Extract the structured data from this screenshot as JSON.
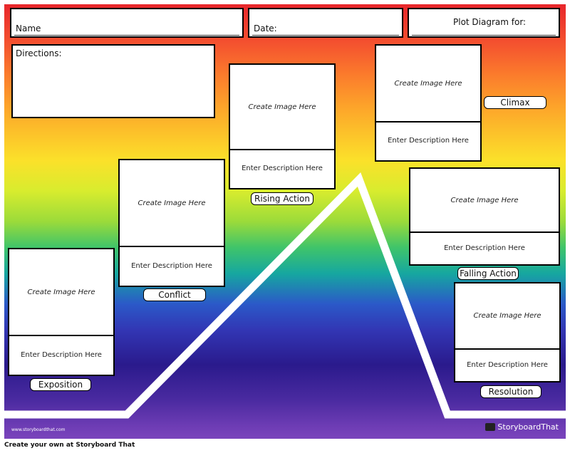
{
  "header": {
    "name_label": "Name",
    "date_label": "Date:",
    "plot_label": "Plot Diagram for:"
  },
  "directions": {
    "label": "Directions:"
  },
  "cells": [
    {
      "label": "Exposition",
      "image_text": "Create Image Here",
      "desc_text": "Enter Description Here"
    },
    {
      "label": "Conflict",
      "image_text": "Create Image Here",
      "desc_text": "Enter Description Here"
    },
    {
      "label": "Rising Action",
      "image_text": "Create Image Here",
      "desc_text": "Enter Description Here"
    },
    {
      "label": "Climax",
      "image_text": "Create Image Here",
      "desc_text": "Enter Description Here"
    },
    {
      "label": "Falling Action",
      "image_text": "Create Image Here",
      "desc_text": "Enter Description Here"
    },
    {
      "label": "Resolution",
      "image_text": "Create Image Here",
      "desc_text": "Enter Description Here"
    }
  ],
  "footer": {
    "website": "www.storyboardthat.com",
    "brand": "StoryboardThat",
    "credit": "Create your own at Storyboard That"
  }
}
